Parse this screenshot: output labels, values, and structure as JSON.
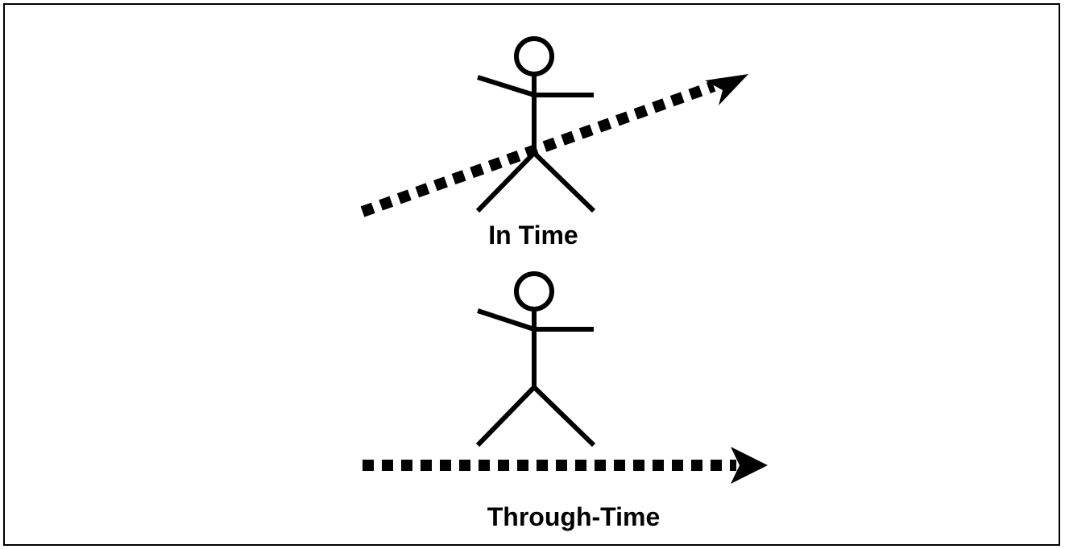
{
  "figures": [
    {
      "caption": "In Time",
      "arrow_style": "diagonal-dashed"
    },
    {
      "caption": "Through-Time",
      "arrow_style": "horizontal-dashed"
    }
  ],
  "colors": {
    "ink": "#000000",
    "background": "#ffffff"
  }
}
